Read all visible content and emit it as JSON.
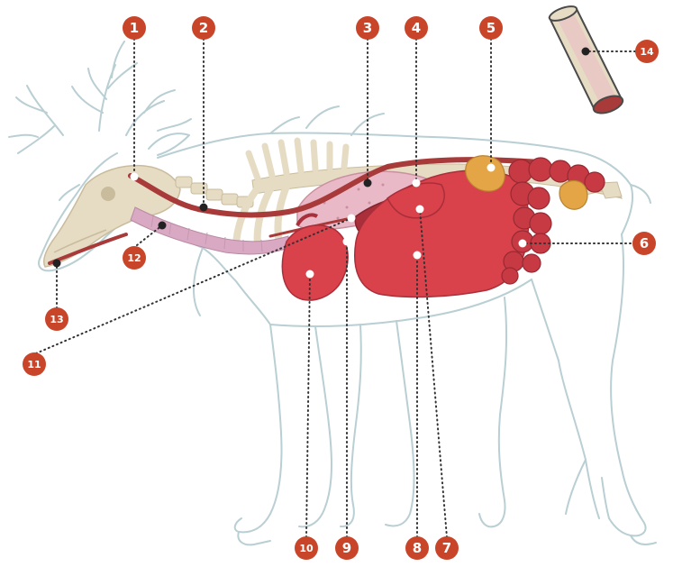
{
  "colors": {
    "badge": "#c8452a",
    "outline": "#b9cfd3",
    "bone": "#e6dcc4",
    "organ": "#d9414b",
    "organ_dark": "#a92f3a",
    "vessel": "#a83a3a",
    "lung": "#e9b9c8",
    "esophagus": "#d9a8c2",
    "fat": "#e3a545",
    "leader": "#333333"
  },
  "callouts": [
    {
      "id": "1",
      "label": "1"
    },
    {
      "id": "2",
      "label": "2"
    },
    {
      "id": "3",
      "label": "3"
    },
    {
      "id": "4",
      "label": "4"
    },
    {
      "id": "5",
      "label": "5"
    },
    {
      "id": "6",
      "label": "6"
    },
    {
      "id": "7",
      "label": "7"
    },
    {
      "id": "8",
      "label": "8"
    },
    {
      "id": "9",
      "label": "9"
    },
    {
      "id": "10",
      "label": "10"
    },
    {
      "id": "11",
      "label": "11"
    },
    {
      "id": "12",
      "label": "12"
    },
    {
      "id": "13",
      "label": "13"
    },
    {
      "id": "14",
      "label": "14"
    }
  ]
}
